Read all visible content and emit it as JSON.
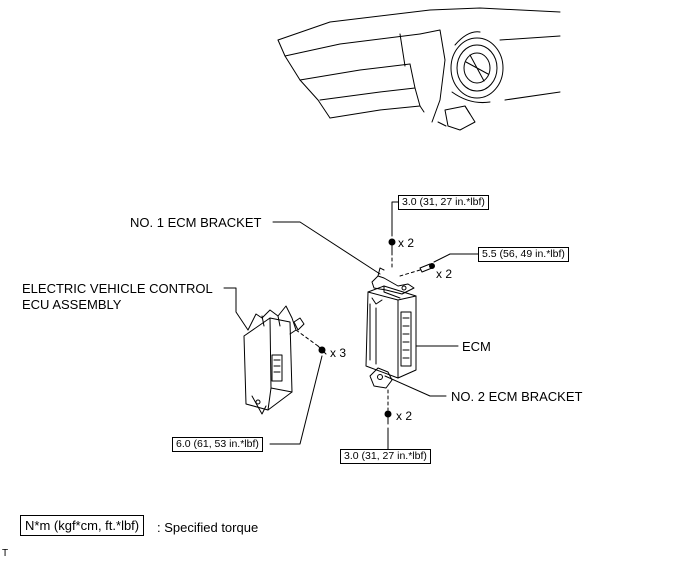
{
  "labels": {
    "no1_bracket": "NO. 1 ECM BRACKET",
    "ev_ecu_line1": "ELECTRIC VEHICLE CONTROL",
    "ev_ecu_line2": "ECU ASSEMBLY",
    "ecm": "ECM",
    "no2_bracket": "NO. 2 ECM BRACKET"
  },
  "torques": {
    "top_bolt": "3.0 (31, 27 in.*lbf)",
    "side_bolt": "5.5 (56, 49 in.*lbf)",
    "ev_ecu_bolt": "6.0 (61, 53 in.*lbf)",
    "bottom_bolt": "3.0 (31, 27 in.*lbf)"
  },
  "quantities": {
    "top_bolt": "x 2",
    "side_bolt": "x 2",
    "ev_ecu_bolt": "x 3",
    "bottom_bolt": "x 2"
  },
  "legend": {
    "box": "N*m (kgf*cm, ft.*lbf)",
    "text": ": Specified torque"
  },
  "corner_mark": "T"
}
